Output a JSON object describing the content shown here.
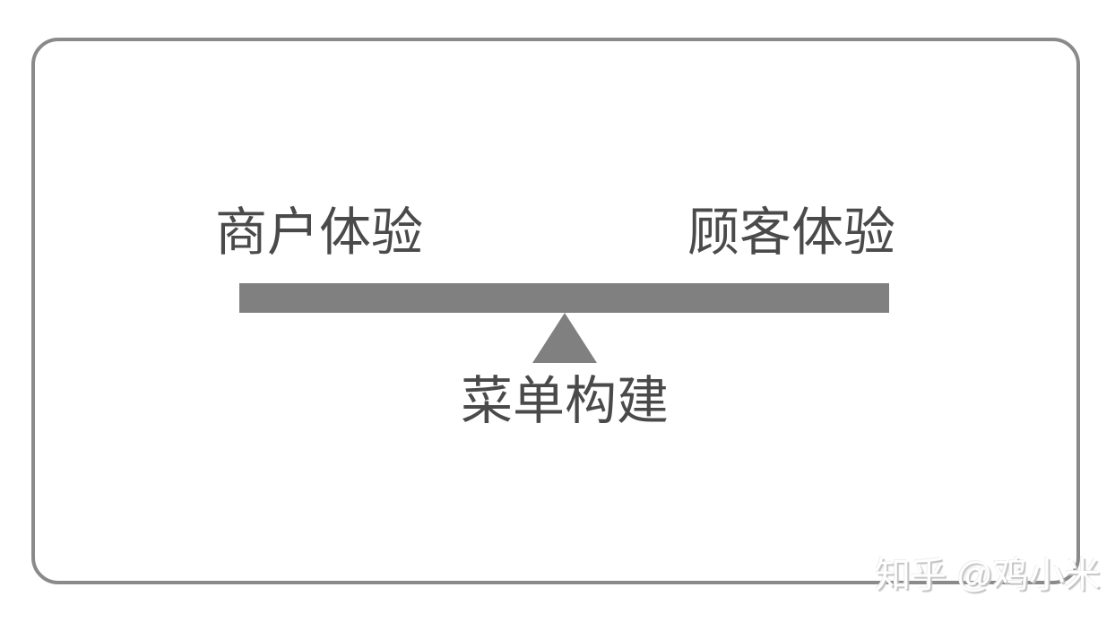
{
  "diagram": {
    "title_concept": "balance",
    "left_label": "商户体验",
    "right_label": "顾客体验",
    "fulcrum_label": "菜单构建",
    "colors": {
      "beam": "#808080",
      "fulcrum": "#808080",
      "frame_border": "#8a8a8a",
      "label_text": "#4a4a4a",
      "watermark_text": "#c9c9c9",
      "background": "#ffffff"
    }
  },
  "watermark": {
    "text": "知乎 @鸡小米"
  }
}
